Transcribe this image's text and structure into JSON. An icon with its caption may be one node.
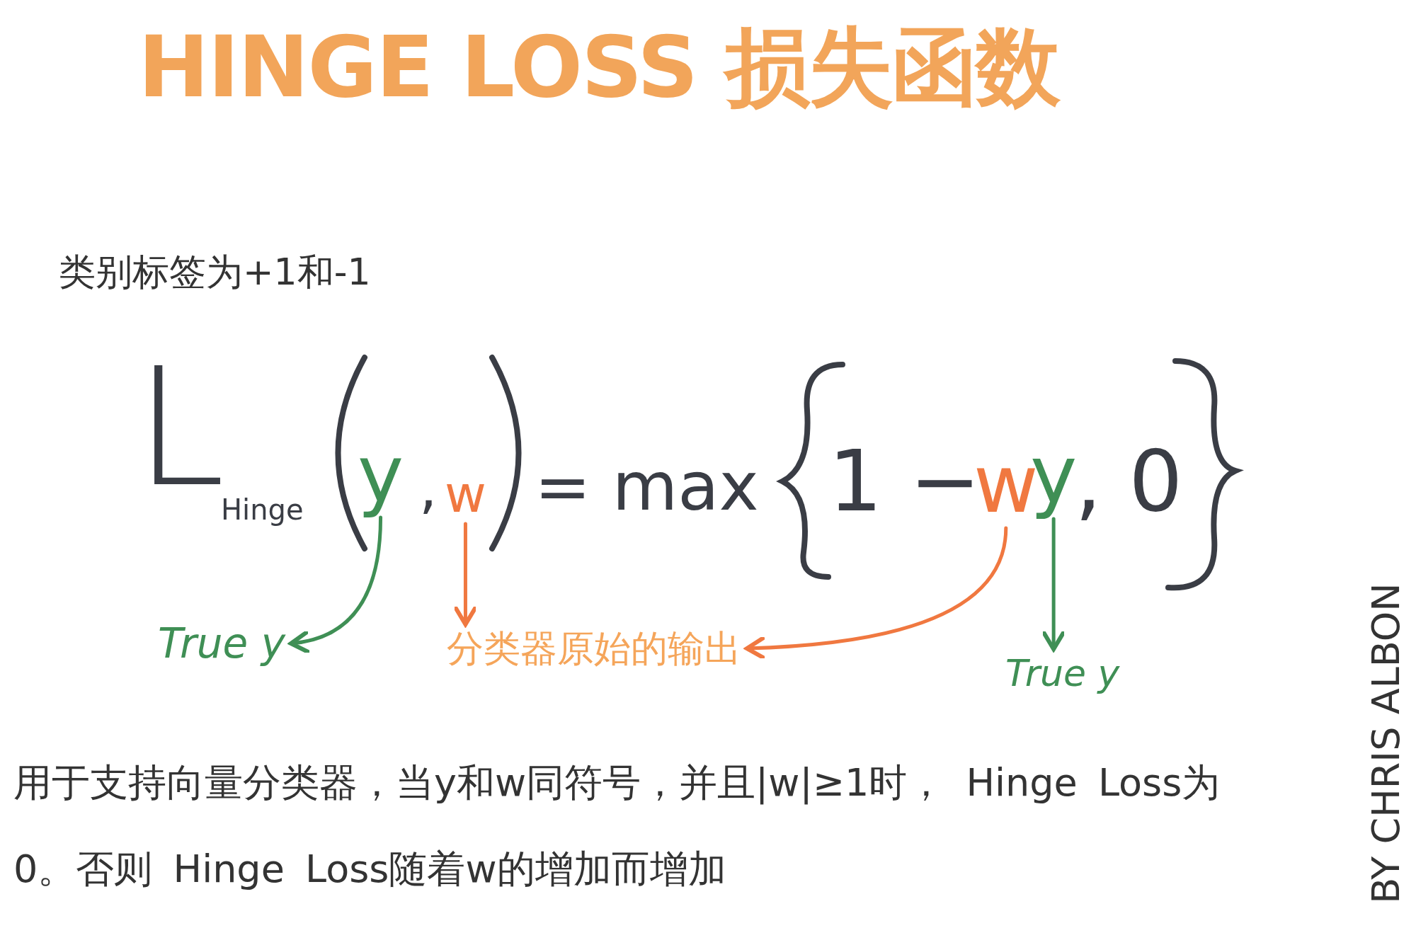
{
  "diagram": {
    "title": "HINGE LOSS 损失函数",
    "nodes": [
      {
        "text": [
          "y"
        ]
      },
      {
        "text": [
          "w"
        ]
      },
      {
        "text": [
          "w"
        ]
      },
      {
        "text": [
          "y"
        ]
      },
      {
        "text": [
          "True y"
        ]
      },
      {
        "text": [
          "分类器原始的输出"
        ]
      },
      {
        "text": [
          "True y"
        ]
      }
    ],
    "edges": [
      {
        "from": 0,
        "to": 4,
        "arrow": "to",
        "color": "#3f8f55"
      },
      {
        "from": 1,
        "to": 5,
        "arrow": "to",
        "color": "#f07840"
      },
      {
        "from": 2,
        "to": 5,
        "arrow": "to",
        "color": "#f07840"
      },
      {
        "from": 3,
        "to": 6,
        "arrow": "to",
        "color": "#3f8f55"
      }
    ],
    "labels": [
      "类别标签为+1和-1",
      "L",
      "Hinge",
      ",",
      "= max",
      "1 −",
      ", 0",
      "用于支持向量分类器，当y和w同符号，并且|w|≥1时， Hinge Loss为0。否则 Hinge Loss随着w的增加而增加",
      "BY CHRIS ALBON"
    ]
  }
}
